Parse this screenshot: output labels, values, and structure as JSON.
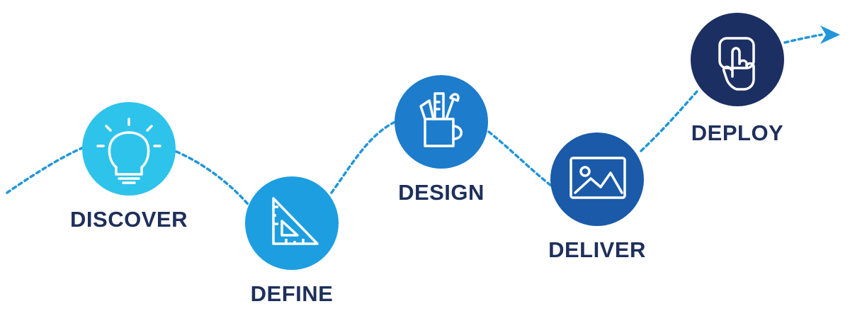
{
  "colors": {
    "path": "#2196d9",
    "label": "#1e2f5a",
    "background": "#ffffff"
  },
  "steps": [
    {
      "label": "DISCOVER",
      "icon": "lightbulb-icon",
      "color": "#2ec3ea"
    },
    {
      "label": "DEFINE",
      "icon": "set-square-icon",
      "color": "#1d9ee0"
    },
    {
      "label": "DESIGN",
      "icon": "pencil-cup-icon",
      "color": "#1d7ccb"
    },
    {
      "label": "DELIVER",
      "icon": "image-icon",
      "color": "#1a5aa8"
    },
    {
      "label": "DEPLOY",
      "icon": "touch-icon",
      "color": "#1c2f62"
    }
  ]
}
